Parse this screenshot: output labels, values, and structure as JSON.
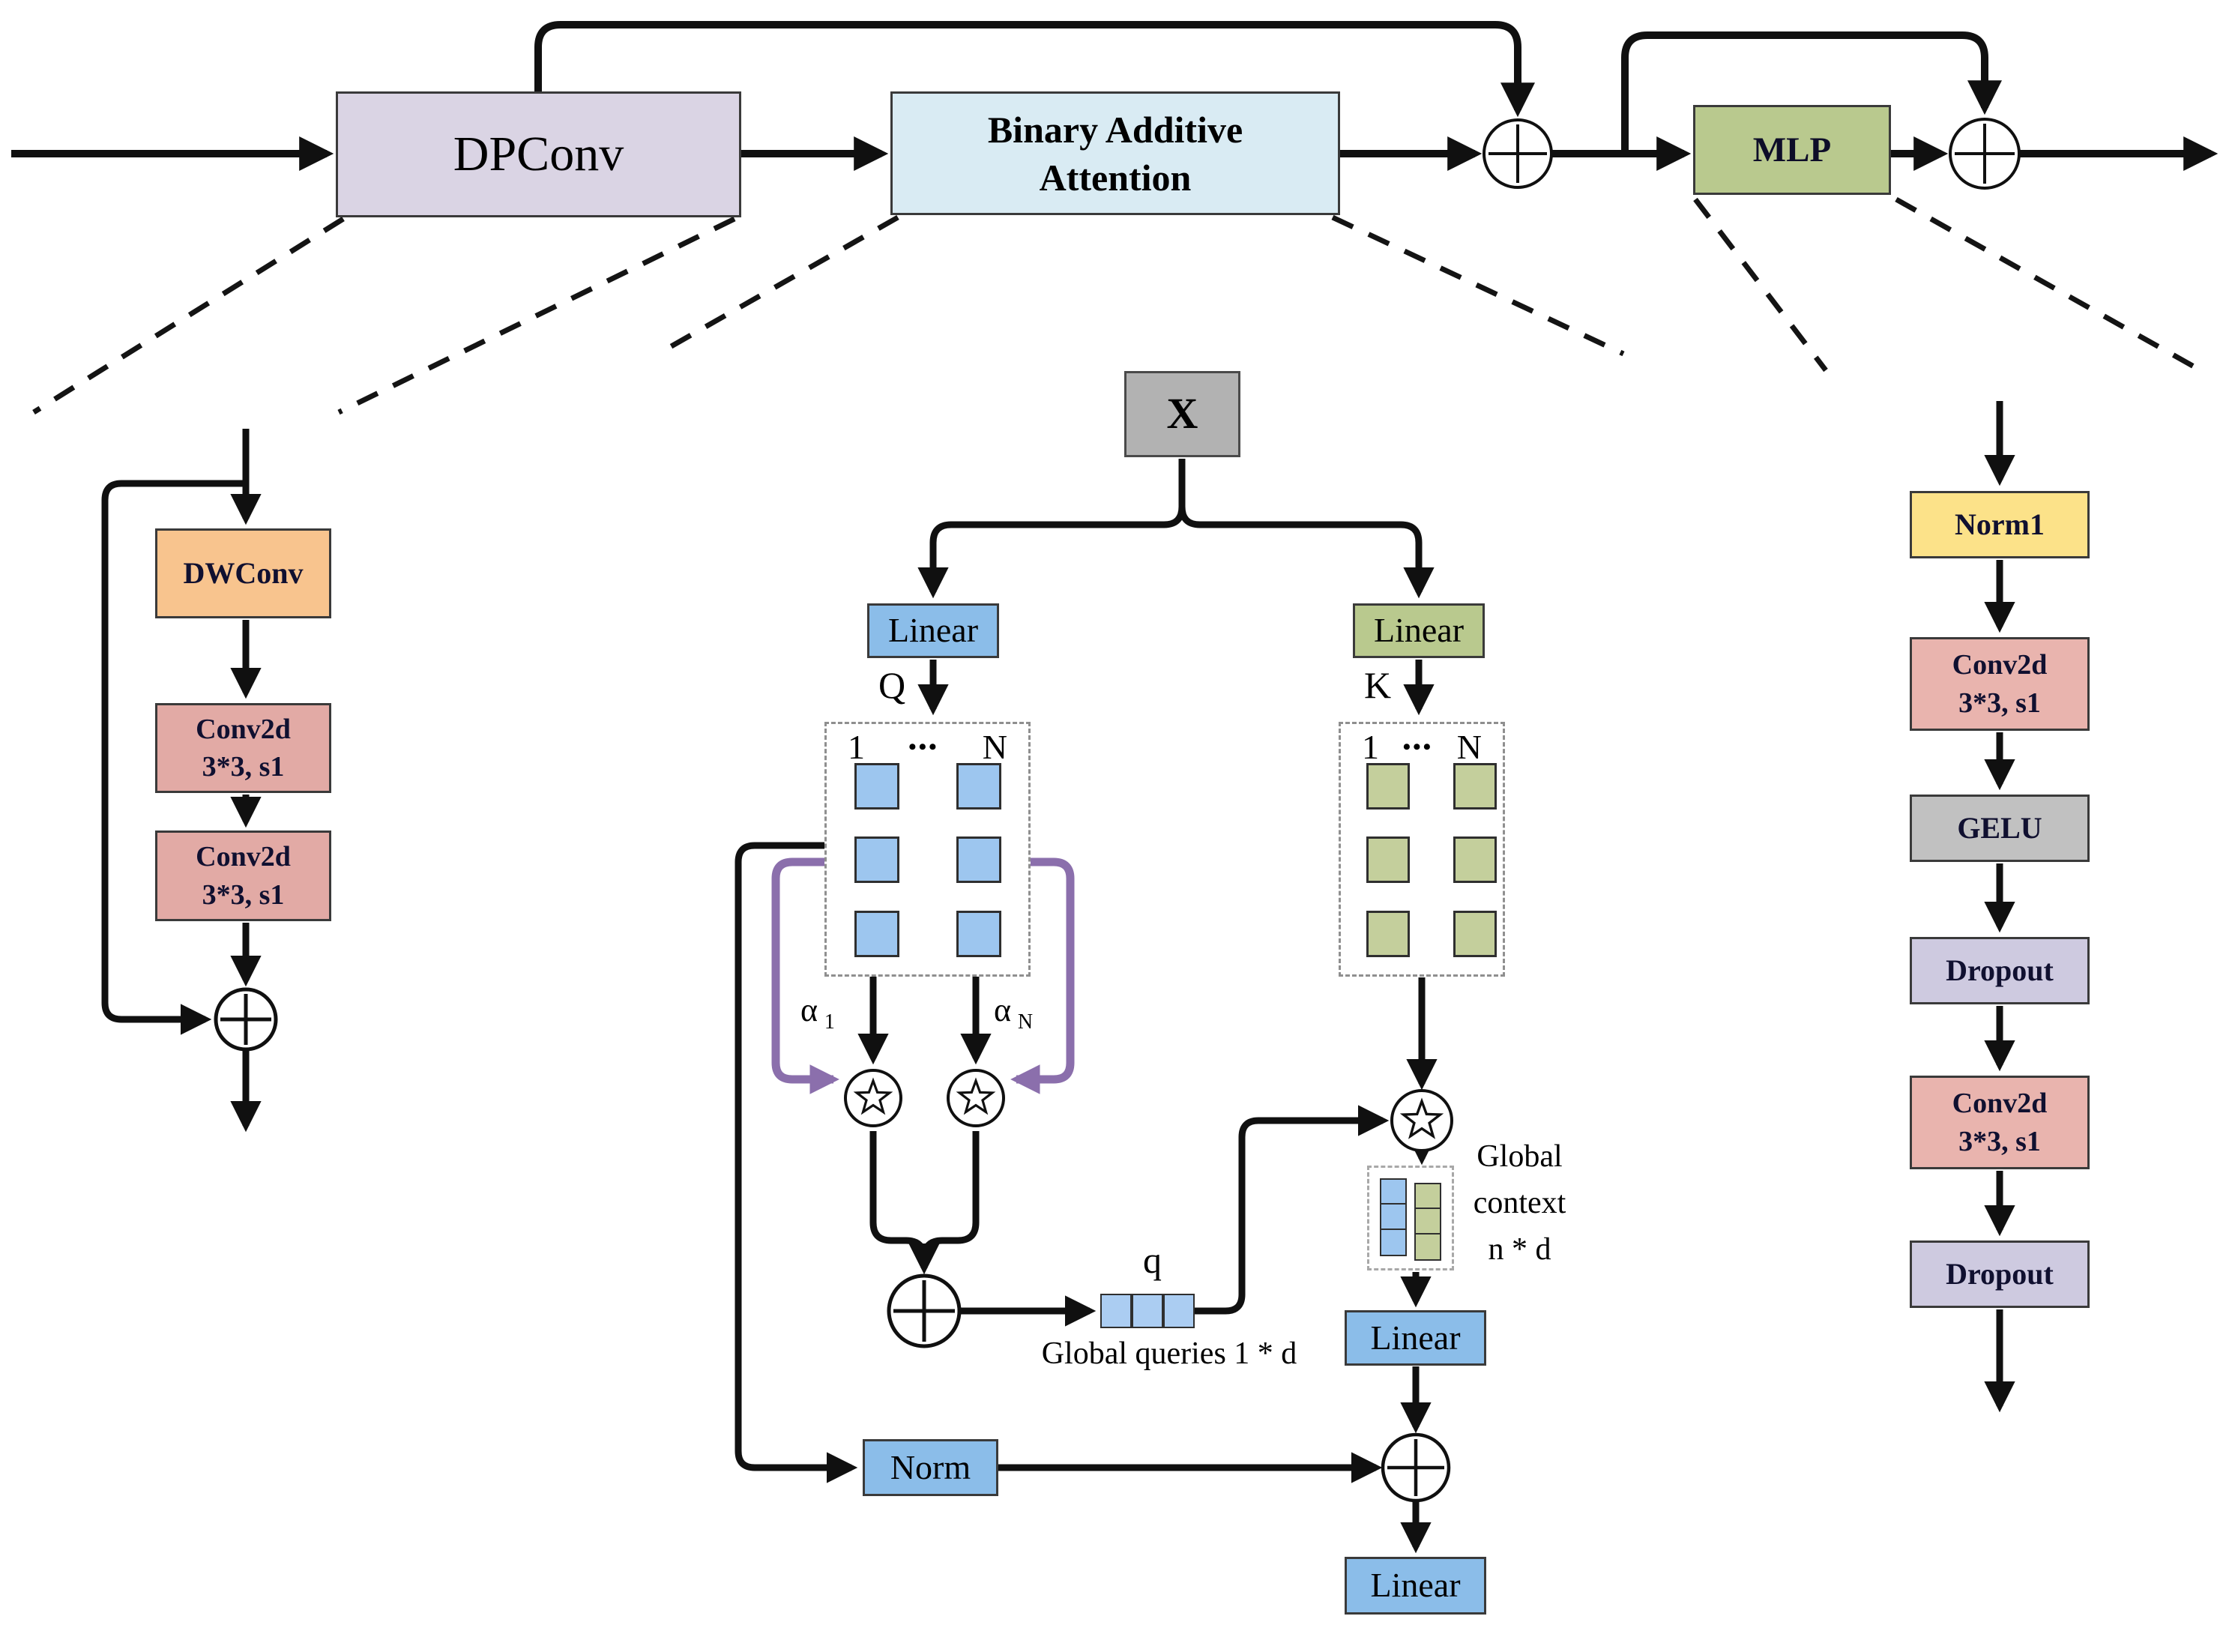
{
  "top_row": {
    "dpconv_label": "DPConv",
    "attention_label_line1": "Binary Additive",
    "attention_label_line2": "Attention",
    "mlp_label": "MLP"
  },
  "dpconv_panel": {
    "dwconv_label": "DWConv",
    "conv1_line1": "Conv2d",
    "conv1_line2": "3*3, s1",
    "conv2_line1": "Conv2d",
    "conv2_line2": "3*3, s1"
  },
  "attention_panel": {
    "input_label": "X",
    "linear_q_label": "Linear",
    "linear_k_label": "Linear",
    "q_label": "Q",
    "k_label": "K",
    "q_grid_header": {
      "first": "1",
      "dots": "•••",
      "last": "N"
    },
    "k_grid_header": {
      "first": "1",
      "dots": "•••",
      "last": "N"
    },
    "alpha_1_base": "α",
    "alpha_1_sub": "1",
    "alpha_n_base": "α",
    "alpha_n_sub": "N",
    "q_vector_label": "q",
    "global_queries_caption": "Global queries 1 * d",
    "global_context_caption_line1": "Global",
    "global_context_caption_line2": "context",
    "global_context_caption_line3": "n * d",
    "norm_label": "Norm",
    "linear_context_label": "Linear",
    "linear_out_label": "Linear"
  },
  "mlp_panel": {
    "norm1_label": "Norm1",
    "conv1_line1": "Conv2d",
    "conv1_line2": "3*3, s1",
    "gelu_label": "GELU",
    "dropout1_label": "Dropout",
    "conv2_line1": "Conv2d",
    "conv2_line2": "3*3, s1",
    "dropout2_label": "Dropout"
  },
  "colors": {
    "lavender_panel": "#d6d0e1",
    "blue_panel": "#d9ebf3",
    "dpconv_fill": "#dad4e4",
    "green_fill": "#b9c98e",
    "orange_fill": "#f8c48e",
    "salmon_fill": "#e2aaa5",
    "salmon_fill_right": "#e9b4ae",
    "yellow_fill": "#fce289",
    "gelu_gray": "#c1c1c1",
    "dropout_fill": "#cecae0",
    "x_gray": "#b2b2b2",
    "linear_blue": "#8bbde9",
    "cell_blue": "#9dc6ef",
    "cell_green": "#c4cf9c",
    "purple_connector": "#8b6fac",
    "line_black": "#101010"
  }
}
